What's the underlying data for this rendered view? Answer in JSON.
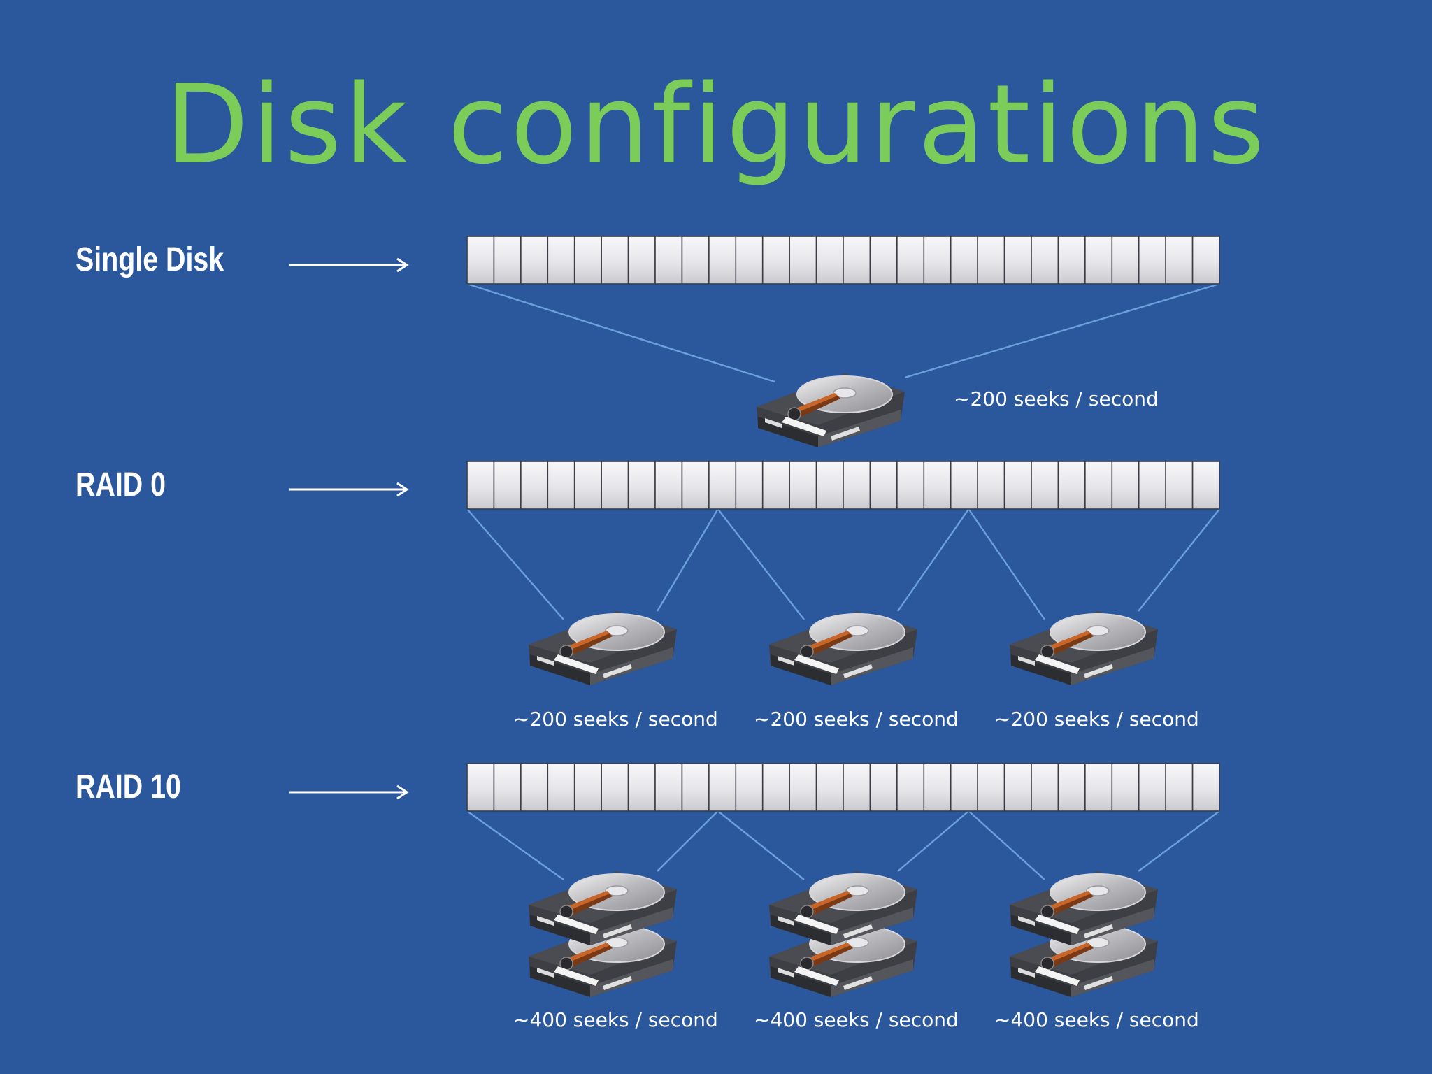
{
  "slide": {
    "title": "Disk configurations",
    "colors": {
      "background": "#2b579c",
      "title": "#7ccc5a",
      "label": "#ffffff",
      "connector": "#6aa0dc",
      "block_fill": "#e9e9ec"
    },
    "rows": [
      {
        "label": "Single Disk",
        "block_count": 28,
        "groups": [
          {
            "drives": 1,
            "seeks": "~200 seeks / second"
          }
        ]
      },
      {
        "label": "RAID 0",
        "block_count": 28,
        "groups": [
          {
            "drives": 1,
            "seeks": "~200 seeks / second"
          },
          {
            "drives": 1,
            "seeks": "~200 seeks / second"
          },
          {
            "drives": 1,
            "seeks": "~200 seeks / second"
          }
        ]
      },
      {
        "label": "RAID 10",
        "block_count": 28,
        "groups": [
          {
            "drives": 2,
            "seeks": "~400 seeks / second"
          },
          {
            "drives": 2,
            "seeks": "~400 seeks / second"
          },
          {
            "drives": 2,
            "seeks": "~400 seeks / second"
          }
        ]
      }
    ]
  }
}
